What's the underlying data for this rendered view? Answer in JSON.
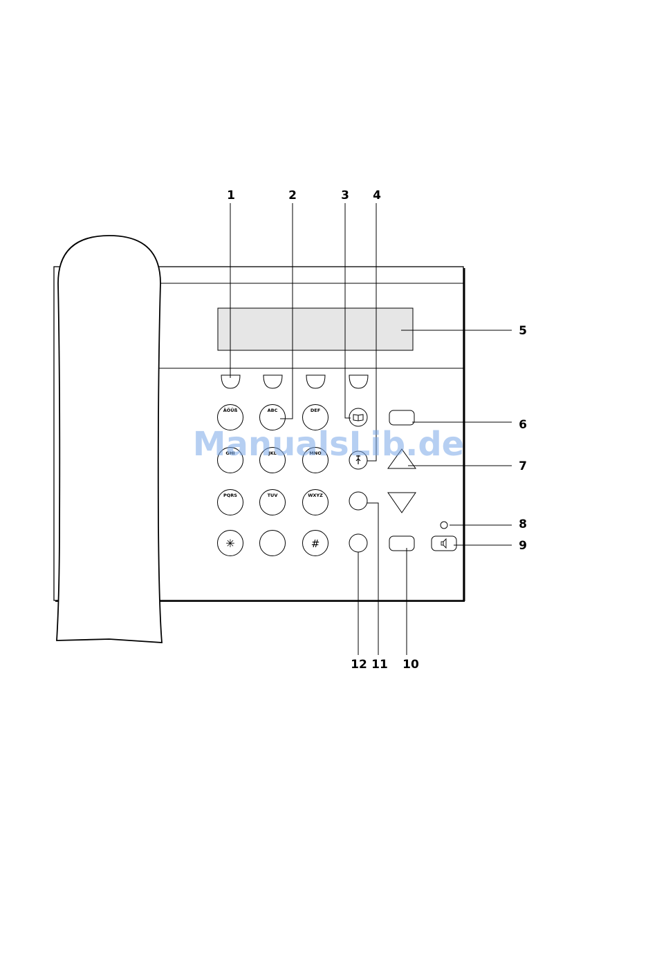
{
  "watermark": "ManualsLib.de",
  "callouts": {
    "c1": "1",
    "c2": "2",
    "c3": "3",
    "c4": "4",
    "c5": "5",
    "c6": "6",
    "c7": "7",
    "c8": "8",
    "c9": "9",
    "c10": "10",
    "c11": "11",
    "c12": "12"
  },
  "keypad": {
    "k1": "ÄÖÜß",
    "k2": "ABC",
    "k3": "DEF",
    "k4": "GHI",
    "k5": "JKL",
    "k6": "MNO",
    "k7": "PQRS",
    "k8": "TUV",
    "k9": "WXYZ",
    "star": "✳",
    "hash": "#"
  },
  "icons": {
    "phonebook": "book-icon",
    "transfer": "transfer-arrow-icon",
    "speaker": "speaker-icon"
  },
  "colors": {
    "display_fill": "#e6e6e6",
    "line": "#000000",
    "watermark": "#7aa7e8"
  }
}
